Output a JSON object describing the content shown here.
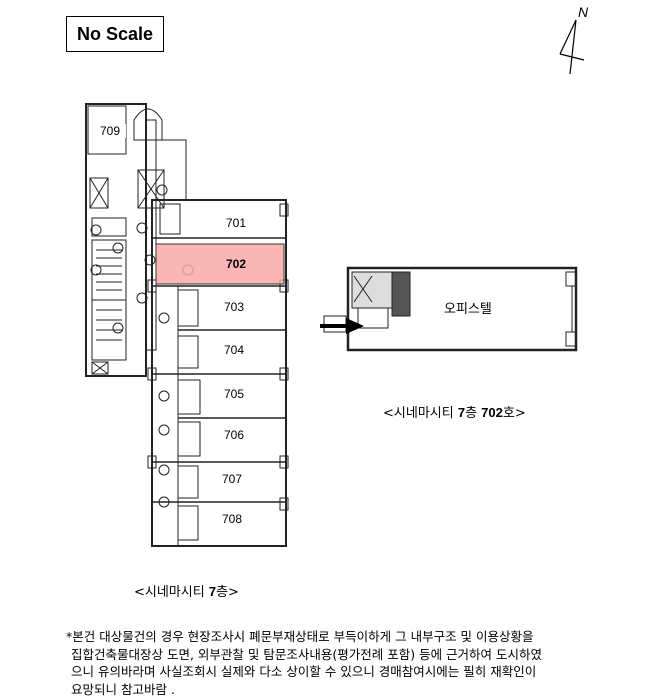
{
  "header": {
    "scale_label": "No Scale",
    "north_label": "N",
    "north_icon": "north-arrow-icon"
  },
  "floor_plan": {
    "caption": "<시네마시티 7층>",
    "caption_prefix": "<시네마시티 ",
    "caption_bold": "7",
    "caption_suffix": "층>",
    "highlight_color": "#f9a8a8",
    "rooms": [
      {
        "label": "709",
        "highlighted": false
      },
      {
        "label": "701",
        "highlighted": false
      },
      {
        "label": "702",
        "highlighted": true
      },
      {
        "label": "703",
        "highlighted": false
      },
      {
        "label": "704",
        "highlighted": false
      },
      {
        "label": "705",
        "highlighted": false
      },
      {
        "label": "706",
        "highlighted": false
      },
      {
        "label": "707",
        "highlighted": false
      },
      {
        "label": "708",
        "highlighted": false
      }
    ]
  },
  "unit_plan": {
    "room_label": "오피스텔",
    "entrance_icon": "entrance-arrow-icon",
    "caption_prefix": "<시네마시티 ",
    "caption_bold1": "7",
    "caption_mid": "층 ",
    "caption_bold2": "702",
    "caption_suffix": "호>"
  },
  "note": {
    "lines": [
      "*본건 대상물건의 경우 현장조사시 폐문부재상태로 부득이하게 그 내부구조 및 이용상황을",
      "집합건축물대장상 도면, 외부관찰 및 탐문조사내용(평가전례 포함) 등에 근거하여 도시하였",
      "으니 유의바라며 사실조회시 실제와 다소 상이할 수 있으니 경매참여시에는 필히 재확인이",
      "요망되니 참고바람 ."
    ]
  }
}
